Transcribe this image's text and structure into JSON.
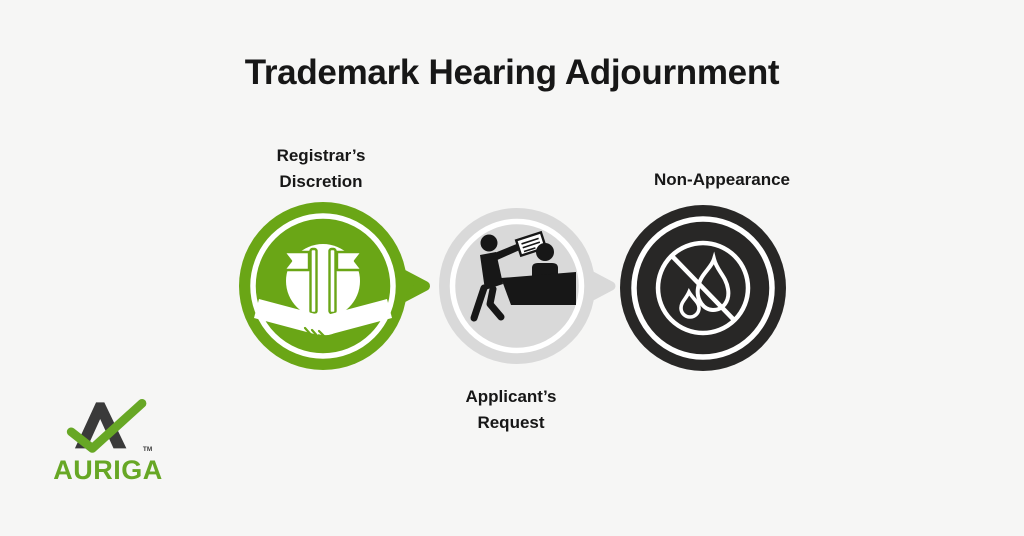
{
  "page": {
    "title": "Trademark Hearing Adjournment",
    "background": "#f6f6f5"
  },
  "colors": {
    "page-bg": "#f6f6f5",
    "title-text": "#171717",
    "label-text": "#171717",
    "step-green": "#6aa616",
    "step-gray": "#d9d9d9",
    "step-dark": "#282726",
    "ring-white": "#ffffff",
    "icon-black": "#171717",
    "brand-green": "#67a725",
    "logo-dark": "#3a3a3a"
  },
  "diagram": {
    "steps": [
      {
        "label": "Registrar’s Discretion",
        "label_position": "above",
        "color": "#6aa616",
        "icon": "handshake-flags-icon"
      },
      {
        "label": "Applicant’s Request",
        "label_position": "below",
        "color": "#d9d9d9",
        "icon": "applicant-request-desk-icon"
      },
      {
        "label": "Non-Appearance",
        "label_position": "above",
        "color": "#282726",
        "icon": "no-appearance-flame-icon"
      }
    ]
  },
  "logo": {
    "name": "AURIGA",
    "trademark": "TM",
    "icon": "auriga-mountain-check-icon"
  }
}
